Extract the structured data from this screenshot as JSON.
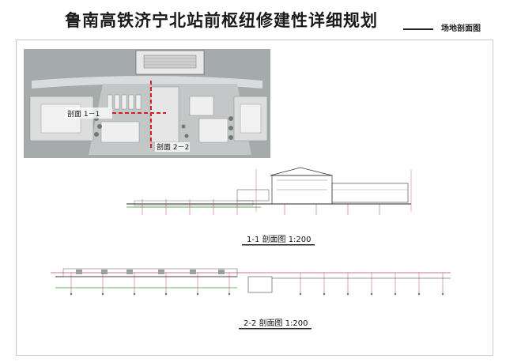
{
  "header": {
    "title": "鲁南高铁济宁北站前枢纽修建性详细规划",
    "subtitle": "场地剖面图"
  },
  "site_plan": {
    "section_1_label": "剖面 1－1",
    "section_2_label": "剖面 2－2"
  },
  "sections": [
    {
      "caption": "1-1  剖面图  1:200"
    },
    {
      "caption": "2-2  剖面图  1:200"
    }
  ],
  "colors": {
    "section_marker": "#d62020",
    "ground_line": "#2e9a2e",
    "grid_line": "#c03b7a",
    "site_bg": "#9aa0a0"
  }
}
